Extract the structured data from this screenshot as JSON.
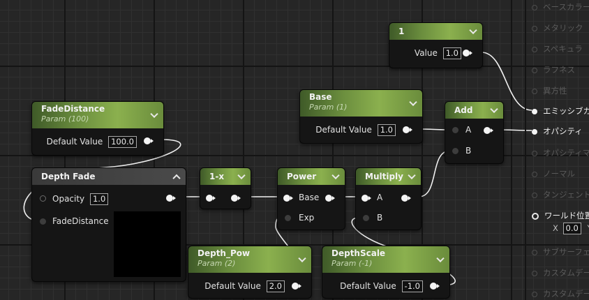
{
  "nodes": {
    "const1": {
      "title": "1",
      "value_label": "Value",
      "value": "1.0"
    },
    "fade_distance": {
      "title": "FadeDistance",
      "subtitle": "Param (100)",
      "value_label": "Default Value",
      "value": "100.0"
    },
    "base": {
      "title": "Base",
      "subtitle": "Param (1)",
      "value_label": "Default Value",
      "value": "1.0"
    },
    "add": {
      "title": "Add",
      "pins": [
        "A",
        "B"
      ]
    },
    "depth_fade": {
      "title": "Depth Fade",
      "opacity_label": "Opacity",
      "opacity_value": "1.0",
      "fade_distance_label": "FadeDistance"
    },
    "one_minus": {
      "title": "1-x"
    },
    "power": {
      "title": "Power",
      "pins": [
        "Base",
        "Exp"
      ]
    },
    "multiply": {
      "title": "Multiply",
      "pins": [
        "A",
        "B"
      ]
    },
    "depth_pow": {
      "title": "Depth_Pow",
      "subtitle": "Param (2)",
      "value_label": "Default Value",
      "value": "2.0"
    },
    "depth_scale": {
      "title": "DepthScale",
      "subtitle": "Param (-1)",
      "value_label": "Default Value",
      "value": "-1.0"
    }
  },
  "material_inputs": [
    {
      "label": "ベースカラー",
      "state": "off"
    },
    {
      "label": "メタリック",
      "state": "off"
    },
    {
      "label": "スペキュラ",
      "state": "off"
    },
    {
      "label": "ラフネス",
      "state": "off"
    },
    {
      "label": "異方性",
      "state": "off"
    },
    {
      "label": "エミッシブカ",
      "state": "on"
    },
    {
      "label": "オパシティ",
      "state": "on"
    },
    {
      "label": "オパシティマ",
      "state": "off"
    },
    {
      "label": "ノーマル",
      "state": "off"
    },
    {
      "label": "タンジェント",
      "state": "off"
    },
    {
      "label": "ワールド位置",
      "state": "hollow"
    },
    {
      "label": "サブサーフェ",
      "state": "off"
    },
    {
      "label": "カスタムデー",
      "state": "off"
    },
    {
      "label": "カスタムデー",
      "state": "off"
    }
  ],
  "world_position": {
    "x_label": "X",
    "x_value": "0.0",
    "y_label": "Y"
  },
  "colors": {
    "header_green": "#6b8e3e",
    "wire": "#f4f4f4",
    "background": "#262626"
  }
}
